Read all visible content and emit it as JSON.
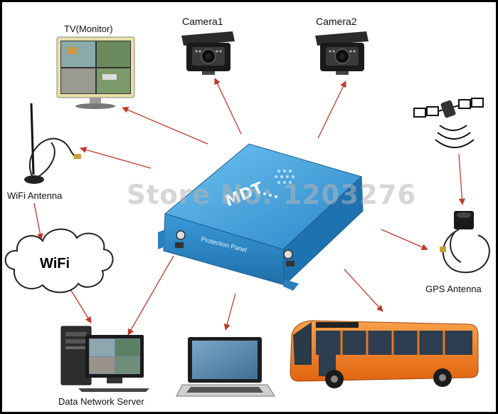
{
  "labels": {
    "tv": "TV(Monitor)",
    "camera1": "Camera1",
    "camera2": "Camera2",
    "wifi_antenna": "WiFi Antenna",
    "wifi": "WiFi",
    "gps_antenna": "GPS Antenna",
    "server": "Data Network Server"
  },
  "device": {
    "brand": "MDT",
    "panel_text": "Protection Panel"
  },
  "watermark": "Store No: 1203276",
  "colors": {
    "arrow": "#c0392b",
    "device": "#2f8fd0",
    "bus_body": "#f2761c",
    "frame": "#000000"
  }
}
